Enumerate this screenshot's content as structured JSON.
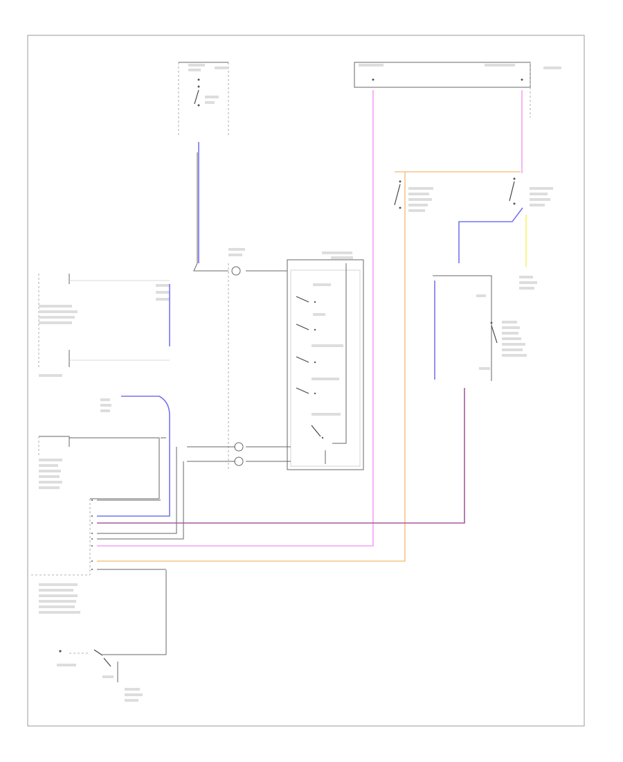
{
  "diagram": {
    "footer_code": "",
    "colors": {
      "blue": "#7373f0",
      "pink": "#f5a0f5",
      "orange": "#f7c486",
      "purple": "#a35a9e",
      "yellow": "#f3f36a",
      "gray": "#777777",
      "frame": "#999999"
    },
    "components": [
      {
        "id": "top-left-fuse-box"
      },
      {
        "id": "top-right-fuse-box"
      },
      {
        "id": "brake-switch-top-right"
      },
      {
        "id": "brake-switch-middle"
      },
      {
        "id": "splice-ground-block"
      },
      {
        "id": "mode-switch-box"
      },
      {
        "id": "instrument-cluster-connector"
      },
      {
        "id": "auxiliary-module-connector"
      },
      {
        "id": "main-control-module-connector"
      },
      {
        "id": "battery-connector"
      },
      {
        "id": "clutch-switch-box"
      }
    ],
    "wires": [
      {
        "id": "wire-blue-left-upper",
        "color_key": "blue"
      },
      {
        "id": "wire-blue-cluster",
        "color_key": "blue"
      },
      {
        "id": "wire-blue-to-module",
        "color_key": "blue"
      },
      {
        "id": "wire-blue-clutch",
        "color_key": "blue"
      },
      {
        "id": "wire-pink-main",
        "color_key": "pink"
      },
      {
        "id": "wire-pink-right",
        "color_key": "pink"
      },
      {
        "id": "wire-orange-main",
        "color_key": "orange"
      },
      {
        "id": "wire-orange-right",
        "color_key": "orange"
      },
      {
        "id": "wire-purple-clutch",
        "color_key": "purple"
      },
      {
        "id": "wire-yellow-right",
        "color_key": "yellow"
      }
    ]
  }
}
